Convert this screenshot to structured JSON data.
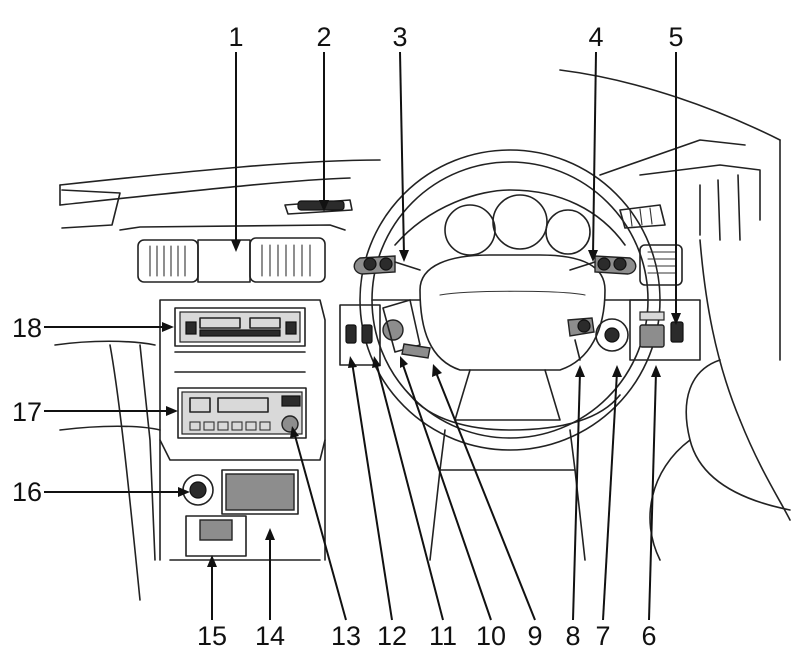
{
  "diagram": {
    "labels": [
      "1",
      "2",
      "3",
      "4",
      "5",
      "6",
      "7",
      "8",
      "9",
      "10",
      "11",
      "12",
      "13",
      "14",
      "15",
      "16",
      "17",
      "18"
    ],
    "colors": {
      "ink": "#111111",
      "fill_dark": "#2b2b2b",
      "fill_gray": "#8d8d8d",
      "background": "#ffffff"
    }
  }
}
